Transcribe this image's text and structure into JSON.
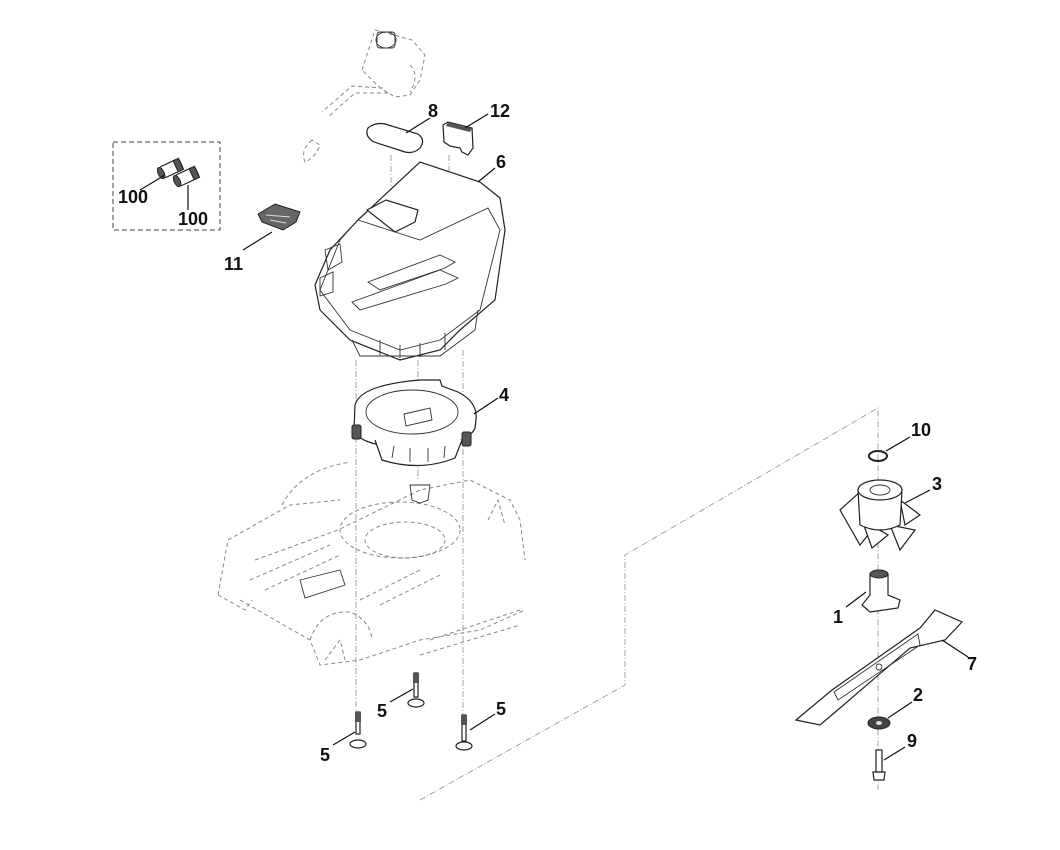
{
  "diagram": {
    "type": "exploded-parts-view",
    "callouts": [
      {
        "id": "c100a",
        "label": "100",
        "part": "battery-contact"
      },
      {
        "id": "c100b",
        "label": "100",
        "part": "battery-contact"
      },
      {
        "id": "c11",
        "label": "11",
        "part": "terminal-plate"
      },
      {
        "id": "c8",
        "label": "8",
        "part": "cover-lid"
      },
      {
        "id": "c12",
        "label": "12",
        "part": "key-switch"
      },
      {
        "id": "c6",
        "label": "6",
        "part": "motor-hood"
      },
      {
        "id": "c4",
        "label": "4",
        "part": "motor-mount-plate"
      },
      {
        "id": "c10",
        "label": "10",
        "part": "circlip"
      },
      {
        "id": "c3",
        "label": "3",
        "part": "fan-impeller"
      },
      {
        "id": "c1",
        "label": "1",
        "part": "blade-adapter"
      },
      {
        "id": "c7",
        "label": "7",
        "part": "blade"
      },
      {
        "id": "c2",
        "label": "2",
        "part": "washer"
      },
      {
        "id": "c9",
        "label": "9",
        "part": "blade-bolt"
      },
      {
        "id": "c5a",
        "label": "5",
        "part": "screw"
      },
      {
        "id": "c5b",
        "label": "5",
        "part": "screw"
      },
      {
        "id": "c5c",
        "label": "5",
        "part": "screw"
      }
    ],
    "colors": {
      "line": "#222222",
      "phantom": "#888888",
      "label": "#111111",
      "background": "#ffffff"
    }
  }
}
